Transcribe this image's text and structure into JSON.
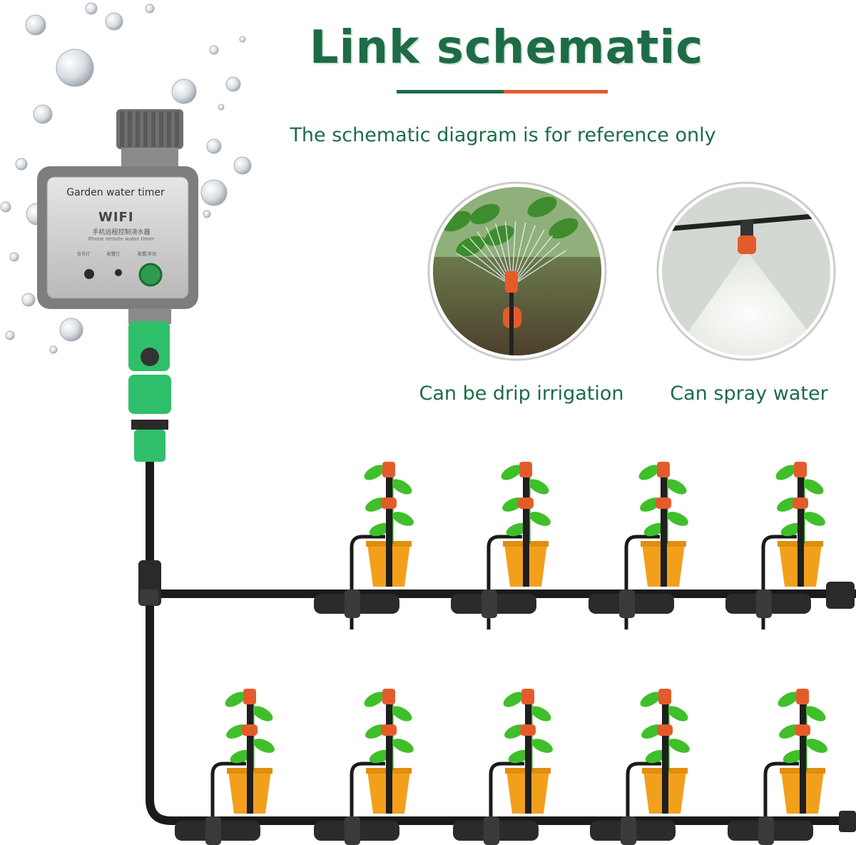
{
  "header": {
    "title": "Link schematic",
    "subtitle": "The schematic diagram is for reference only"
  },
  "captions": {
    "drip": "Can be drip irrigation",
    "spray": "Can spray water"
  },
  "timer": {
    "label": "Garden water timer",
    "wifi": "WIFI",
    "chinese_text": "手机远程控制浇水器",
    "english_text": "Phone remote water timer",
    "indicators": [
      "信号灯",
      "配置灯",
      "配置/手动"
    ]
  },
  "colors": {
    "title_green": "#1e6b47",
    "accent_orange": "#e45b2b",
    "hose_black": "#1a1a1a",
    "connector_green": "#2fbf6a",
    "pot_orange": "#f2a01c",
    "leaf_green": "#3fbf2a"
  },
  "icons": {
    "drops": "water-drop-icon",
    "plant": "potted-plant-icon",
    "dripper": "dripper-stake-icon"
  }
}
